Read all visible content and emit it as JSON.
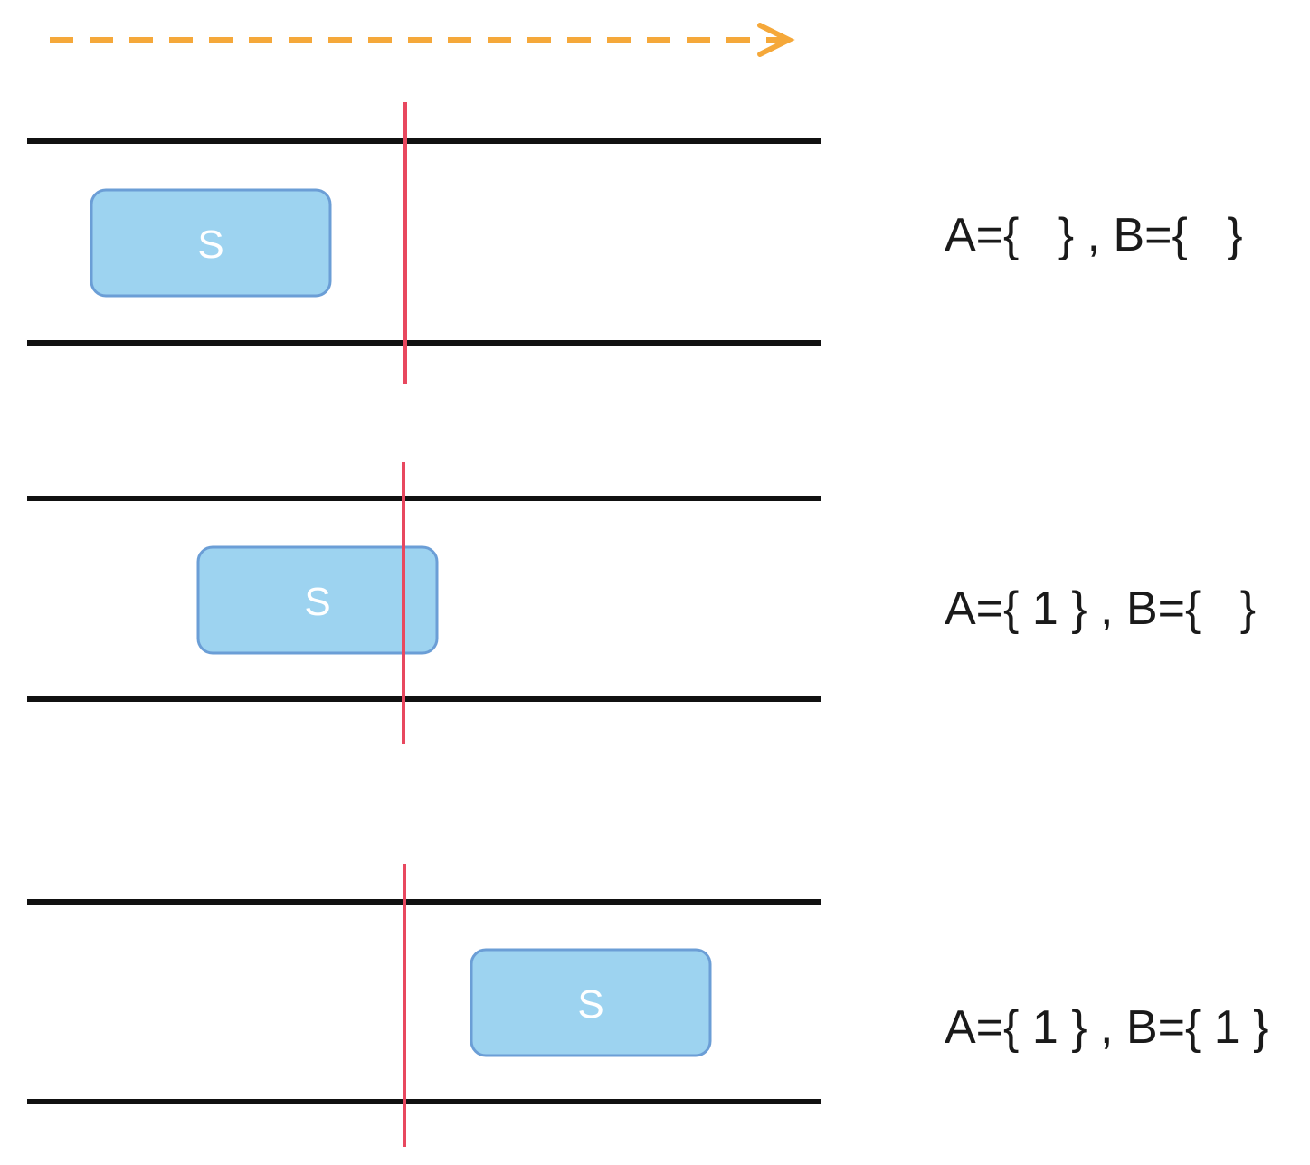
{
  "colors": {
    "lane_line": "#111111",
    "detector_line": "#e8485f",
    "vehicle_fill": "#9dd3f0",
    "vehicle_stroke": "#6b9ed6",
    "vehicle_text": "#ffffff",
    "direction_arrow": "#f5a83a",
    "label_text": "#1a1a1a"
  },
  "direction_arrow": {
    "icon": "dashed-right-arrow-icon"
  },
  "panels": [
    {
      "vehicle": {
        "label": "S"
      },
      "state_label": "A={   } , B={   }"
    },
    {
      "vehicle": {
        "label": "S"
      },
      "state_label": "A={ 1 } , B={   }"
    },
    {
      "vehicle": {
        "label": "S"
      },
      "state_label": "A={ 1 } , B={ 1 }"
    }
  ]
}
